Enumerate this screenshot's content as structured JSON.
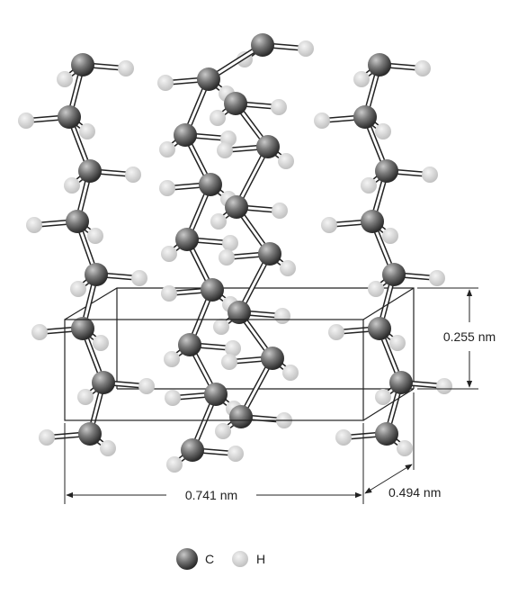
{
  "dimensions": {
    "a": "0.741 nm",
    "b": "0.494 nm",
    "c": "0.255 nm"
  },
  "legend": {
    "carbon": "C",
    "hydrogen": "H"
  },
  "colors": {
    "carbon_fill": "#6b6b6b",
    "carbon_dark": "#2e2e2e",
    "hydrogen_fill": "#d9d9d9",
    "bond_stroke": "#222222",
    "bond_fill": "#ffffff",
    "line": "#222222"
  }
}
